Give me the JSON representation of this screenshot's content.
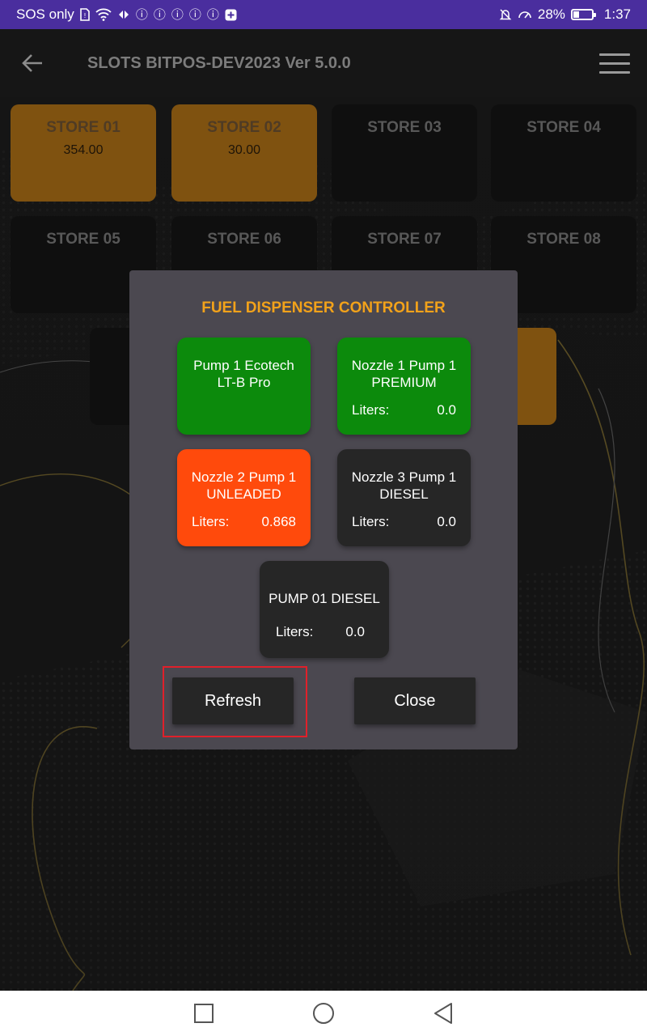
{
  "status_bar": {
    "carrier": "SOS only",
    "battery_percent": "28%",
    "battery_level": 0.28,
    "time": "1:37",
    "background_color": "#4a2e9e"
  },
  "app_bar": {
    "title": "SLOTS BITPOS-DEV2023 Ver 5.0.0",
    "back_icon": "arrow-left-icon",
    "menu_icon": "hamburger-menu-icon"
  },
  "stores": [
    {
      "name": "STORE 01",
      "value": "354.00",
      "active": true
    },
    {
      "name": "STORE 02",
      "value": "30.00",
      "active": true
    },
    {
      "name": "STORE 03",
      "value": "",
      "active": false
    },
    {
      "name": "STORE 04",
      "value": "",
      "active": false
    },
    {
      "name": "STORE 05",
      "value": "",
      "active": false
    },
    {
      "name": "STORE 06",
      "value": "",
      "active": false
    },
    {
      "name": "STORE 07",
      "value": "",
      "active": false
    },
    {
      "name": "STORE 08",
      "value": "",
      "active": false
    }
  ],
  "dialog": {
    "title": "FUEL DISPENSER CONTROLLER",
    "title_color": "#f2a21a",
    "pumps": [
      {
        "title_line1": "Pump 1 Ecotech",
        "title_line2": "LT-B Pro",
        "color": "#0c8a0c"
      },
      {
        "title_line1": "Nozzle 1 Pump 1",
        "title_line2": "PREMIUM",
        "liters_label": "Liters:",
        "liters_value": "0.0",
        "color": "#0c8a0c"
      },
      {
        "title_line1": "Nozzle 2 Pump 1",
        "title_line2": "UNLEADED",
        "liters_label": "Liters:",
        "liters_value": "0.868",
        "color": "#ff4a0c"
      },
      {
        "title_line1": "Nozzle 3 Pump 1",
        "title_line2": "DIESEL",
        "liters_label": "Liters:",
        "liters_value": "0.0",
        "color": "#262626"
      },
      {
        "title_line1": "PUMP 01 DIESEL",
        "liters_label": "Liters:",
        "liters_value": "0.0",
        "color": "#262626"
      }
    ],
    "refresh_label": "Refresh",
    "close_label": "Close"
  },
  "nav_bar": {
    "recents_icon": "square-recents-icon",
    "home_icon": "circle-home-icon",
    "back_icon": "triangle-back-icon"
  }
}
